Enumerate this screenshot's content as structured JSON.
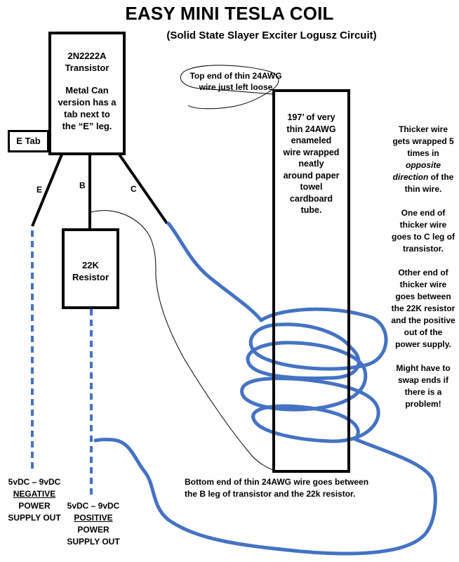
{
  "title": "EASY MINI TESLA COIL",
  "subtitle": "(Solid State Slayer Exciter Logusz Circuit)",
  "transistor": {
    "name": "2N2222A",
    "kind": "Transistor",
    "note_1": "Metal Can",
    "note_2": "version has a",
    "note_3": "tab next to",
    "note_4": "the “E” leg."
  },
  "e_tab": "E Tab",
  "legs": {
    "e": "E",
    "b": "B",
    "c": "C"
  },
  "resistor": {
    "value": "22K",
    "kind": "Resistor"
  },
  "coil": {
    "line_1": "197’ of very",
    "line_2": "thin 24AWG",
    "line_3": "enameled",
    "line_4": "wire wrapped",
    "line_5": "neatly",
    "line_6": "around paper",
    "line_7": "towel",
    "line_8": "cardboard",
    "line_9": "tube."
  },
  "top_note": {
    "line_1": "Top end of thin 24AWG",
    "line_2": "wire just left loose"
  },
  "right_note": {
    "p1_1": "Thicker wire",
    "p1_2": "gets wrapped 5",
    "p1_3": "times in",
    "p1_4": "opposite",
    "p1_5": "direction",
    "p1_6": "of the",
    "p1_7": "thin wire.",
    "p2_1": "One end of",
    "p2_2": "thicker wire",
    "p2_3": "goes to C leg of",
    "p2_4": "transistor.",
    "p3_1": "Other end of",
    "p3_2": "thicker wire",
    "p3_3": "goes between",
    "p3_4": "the 22K resistor",
    "p3_5": "and the positive",
    "p3_6": "out of the",
    "p3_7": "power supply.",
    "p4_1": "Might have to",
    "p4_2": "swap ends if",
    "p4_3": "there is a",
    "p4_4": "problem!"
  },
  "bottom_note": {
    "line_1": "Bottom end of thin 24AWG wire goes between",
    "line_2": "the B leg of transistor and the 22k resistor."
  },
  "negative_supply": {
    "line_1": "5vDC – 9vDC",
    "line_2": "NEGATIVE",
    "line_3": "POWER",
    "line_4": "SUPPLY OUT"
  },
  "positive_supply": {
    "line_1": "5vDC – 9vDC",
    "line_2": "POSITIVE",
    "line_3": "POWER",
    "line_4": "SUPPLY OUT"
  },
  "colors": {
    "thick_wire": "#4472c4",
    "lines": "#000000"
  }
}
